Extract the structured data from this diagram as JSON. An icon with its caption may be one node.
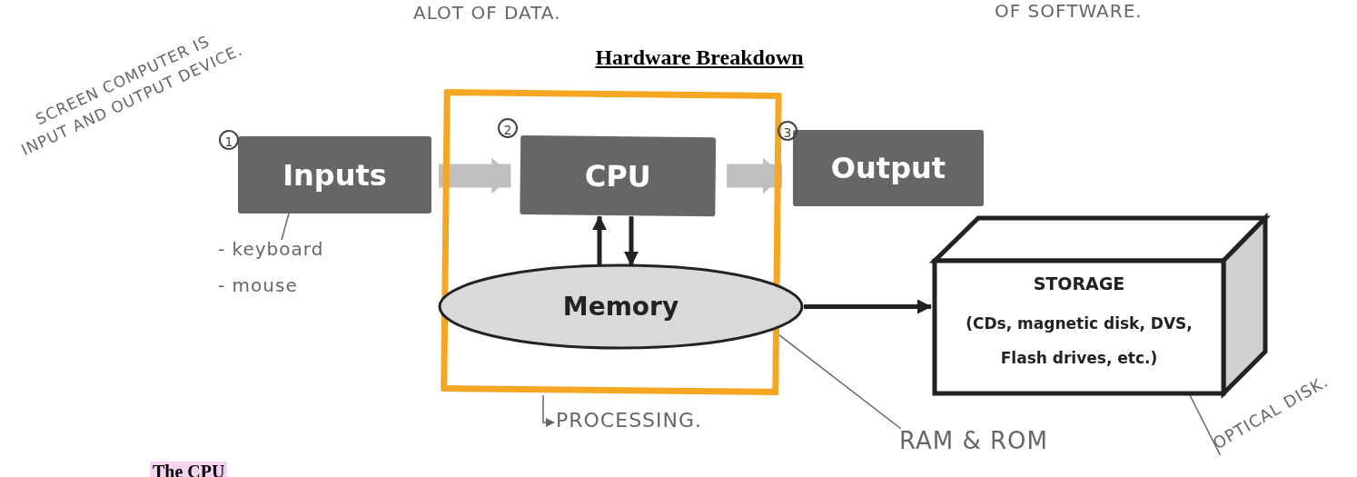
{
  "diagram": {
    "title": "Hardware Breakdown",
    "nodes": [
      {
        "text": [
          "Inputs"
        ]
      },
      {
        "text": [],
        "shape": "box"
      },
      {
        "text": [
          "CPU"
        ],
        "in": 1
      },
      {
        "text": [
          "Output"
        ]
      },
      {
        "text": [
          "Memory"
        ]
      },
      {
        "text": [
          "STORAGE",
          "(CDs, magnetic disk, DVS, Flash drives, etc.)"
        ]
      },
      {
        "text": [
          "PROCESSING."
        ]
      },
      {
        "text": [
          "- keyboard",
          "- mouse"
        ]
      },
      {
        "text": [
          "RAM & ROM"
        ]
      },
      {
        "text": [
          "OPTICAL DISK."
        ]
      }
    ],
    "edges": [
      {
        "from": 0,
        "to": 2,
        "arrow": "to",
        "style": "thick",
        "color": "#bfbfbf"
      },
      {
        "from": 2,
        "to": 3,
        "arrow": "to",
        "style": "thick",
        "color": "#bfbfbf"
      },
      {
        "from": 4,
        "to": 2,
        "arrow": "to"
      },
      {
        "from": 2,
        "to": 4,
        "arrow": "to"
      },
      {
        "from": 4,
        "to": 5,
        "arrow": "to"
      },
      {
        "from": 1,
        "to": 6,
        "arrow": "to"
      },
      {
        "from": 0,
        "to": 7,
        "arrow": "none"
      },
      {
        "from": 8,
        "to": 4,
        "arrow": "none"
      },
      {
        "from": 9,
        "to": 5,
        "arrow": "none"
      }
    ],
    "labels": [
      "ALOT OF DATA.",
      "OF SOFTWARE.",
      "SCREEN COMPUTER IS INPUT AND OUTPUT DEVICE.",
      "1",
      "2",
      "3",
      "The CPU"
    ]
  }
}
